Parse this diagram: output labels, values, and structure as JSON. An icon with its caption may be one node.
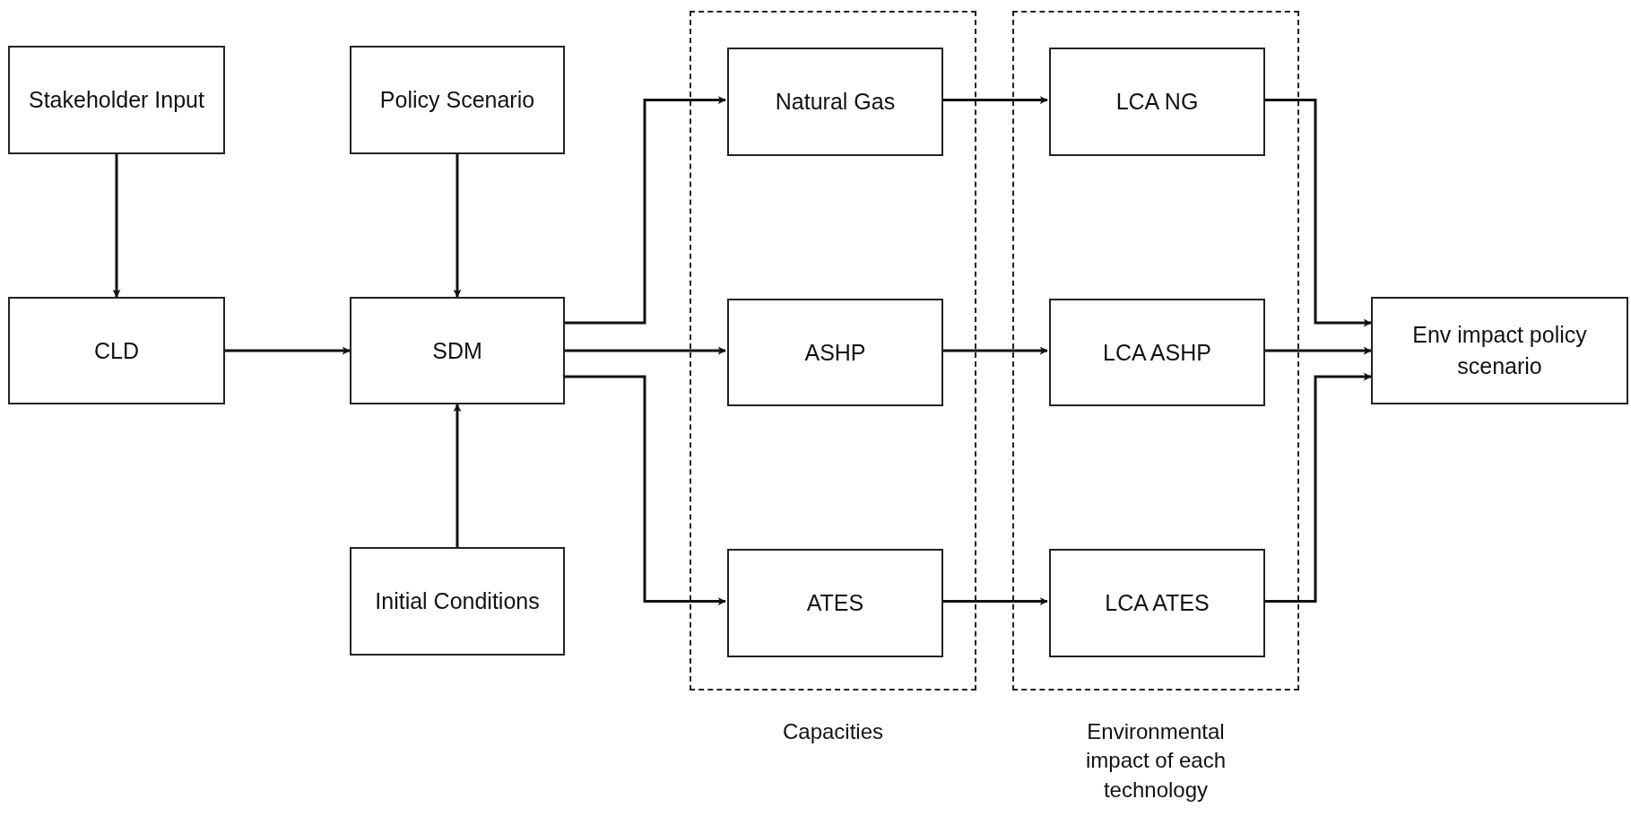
{
  "diagram": {
    "nodes": [
      {
        "text": [
          "Stakeholder Input"
        ]
      },
      {
        "text": [
          "Policy Scenario"
        ]
      },
      {
        "text": [
          "CLD"
        ]
      },
      {
        "text": [
          "SDM"
        ]
      },
      {
        "text": [
          "Initial Conditions"
        ]
      },
      {
        "text": [
          "Capacities"
        ]
      },
      {
        "text": [
          "Natural Gas"
        ],
        "in": 5
      },
      {
        "text": [
          "ASHP"
        ],
        "in": 5
      },
      {
        "text": [
          "ATES"
        ],
        "in": 5
      },
      {
        "text": [
          "Environmental impact of each technology"
        ]
      },
      {
        "text": [
          "LCA NG"
        ],
        "in": 9
      },
      {
        "text": [
          "LCA ASHP"
        ],
        "in": 9
      },
      {
        "text": [
          "LCA ATES"
        ],
        "in": 9
      },
      {
        "text": [
          "Env impact policy scenario"
        ]
      }
    ],
    "edges": [
      {
        "from": 0,
        "to": 2,
        "arrow": "to"
      },
      {
        "from": 1,
        "to": 3,
        "arrow": "to"
      },
      {
        "from": 4,
        "to": 3,
        "arrow": "to"
      },
      {
        "from": 2,
        "to": 3,
        "arrow": "to"
      },
      {
        "from": 3,
        "to": 6,
        "arrow": "to"
      },
      {
        "from": 3,
        "to": 7,
        "arrow": "to"
      },
      {
        "from": 3,
        "to": 8,
        "arrow": "to"
      },
      {
        "from": 6,
        "to": 10,
        "arrow": "to"
      },
      {
        "from": 7,
        "to": 11,
        "arrow": "to"
      },
      {
        "from": 8,
        "to": 12,
        "arrow": "to"
      },
      {
        "from": 10,
        "to": 13,
        "arrow": "to"
      },
      {
        "from": 11,
        "to": 13,
        "arrow": "to"
      },
      {
        "from": 12,
        "to": 13,
        "arrow": "to"
      }
    ]
  }
}
